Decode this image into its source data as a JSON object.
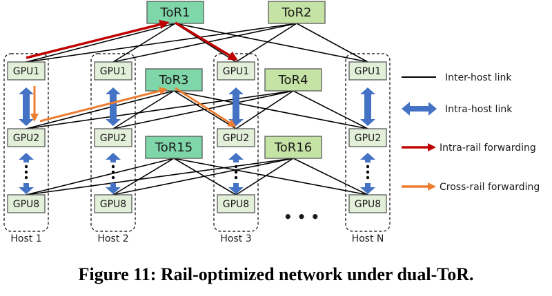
{
  "colors": {
    "tor_odd_fill": "#7fd6a8",
    "tor_even_fill": "#c5e3a4",
    "gpu_fill": "#e2efd9",
    "intra_host": "#4472c4",
    "intra_rail": "#c00000",
    "cross_rail": "#ed7d31",
    "inter_host": "#000000"
  },
  "tors": [
    {
      "id": "tor1",
      "label": "ToR1",
      "style": "odd"
    },
    {
      "id": "tor2",
      "label": "ToR2",
      "style": "even"
    },
    {
      "id": "tor3",
      "label": "ToR3",
      "style": "odd"
    },
    {
      "id": "tor4",
      "label": "ToR4",
      "style": "even"
    },
    {
      "id": "tor15",
      "label": "ToR15",
      "style": "odd"
    },
    {
      "id": "tor16",
      "label": "ToR16",
      "style": "even"
    }
  ],
  "hosts": [
    {
      "label": "Host 1",
      "gpus": [
        "GPU1",
        "GPU2",
        "GPU8"
      ]
    },
    {
      "label": "Host 2",
      "gpus": [
        "GPU1",
        "GPU2",
        "GPU8"
      ]
    },
    {
      "label": "Host 3",
      "gpus": [
        "GPU1",
        "GPU2",
        "GPU8"
      ]
    },
    {
      "label": "Host N",
      "gpus": [
        "GPU1",
        "GPU2",
        "GPU8"
      ]
    }
  ],
  "ellipsis": "• • •",
  "legend": [
    {
      "type": "inter-host",
      "label": "Inter-host link"
    },
    {
      "type": "intra-host",
      "label": "Intra-host link"
    },
    {
      "type": "intra-rail",
      "label": "Intra-rail forwarding"
    },
    {
      "type": "cross-rail",
      "label": "Cross-rail forwarding"
    }
  ],
  "caption": "Figure 11: Rail-optimized network under dual-ToR."
}
